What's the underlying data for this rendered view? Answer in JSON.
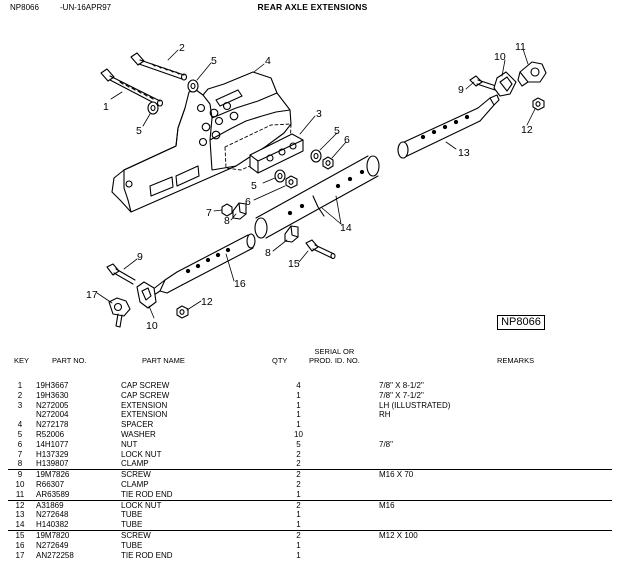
{
  "header": {
    "code": "NP8066",
    "date_code": "-UN-16APR97",
    "title": "REAR AXLE EXTENSIONS"
  },
  "diagram": {
    "callouts": [
      "1",
      "2",
      "3",
      "4",
      "5",
      "5",
      "5",
      "6",
      "6",
      "7",
      "8",
      "8",
      "9",
      "9",
      "10",
      "10",
      "11",
      "12",
      "12",
      "13",
      "14",
      "15",
      "16",
      "17"
    ],
    "plate_label": "NP8066"
  },
  "columns": {
    "key": "KEY",
    "part_no": "PART NO.",
    "part_name": "PART NAME",
    "qty": "QTY",
    "serial": "SERIAL OR\nPROD. ID. NO.",
    "remarks": "REMARKS"
  },
  "parts": [
    {
      "key": "1",
      "part_no": "19H3667",
      "name": "CAP SCREW",
      "qty": "4",
      "serial": "",
      "remarks": "7/8\" X 8-1/2\""
    },
    {
      "key": "2",
      "part_no": "19H3630",
      "name": "CAP SCREW",
      "qty": "1",
      "serial": "",
      "remarks": "7/8\" X 7-1/2\""
    },
    {
      "key": "3",
      "part_no": "N272005",
      "name": "EXTENSION",
      "qty": "1",
      "serial": "",
      "remarks": "LH (ILLUSTRATED)"
    },
    {
      "key": "",
      "part_no": "N272004",
      "name": "EXTENSION",
      "qty": "1",
      "serial": "",
      "remarks": "RH"
    },
    {
      "key": "4",
      "part_no": "N272178",
      "name": "SPACER",
      "qty": "1",
      "serial": "",
      "remarks": ""
    },
    {
      "key": "5",
      "part_no": "R52006",
      "name": "WASHER",
      "qty": "10",
      "serial": "",
      "remarks": ""
    },
    {
      "key": "6",
      "part_no": "14H1077",
      "name": "NUT",
      "qty": "5",
      "serial": "",
      "remarks": "7/8\""
    },
    {
      "key": "7",
      "part_no": "H137329",
      "name": "LOCK NUT",
      "qty": "2",
      "serial": "",
      "remarks": ""
    },
    {
      "key": "8",
      "part_no": "H139807",
      "name": "CLAMP",
      "qty": "2",
      "serial": "",
      "remarks": ""
    },
    {
      "key": "9",
      "part_no": "19M7826",
      "name": "SCREW",
      "qty": "2",
      "serial": "",
      "remarks": "M16 X 70"
    },
    {
      "key": "10",
      "part_no": "R66307",
      "name": "CLAMP",
      "qty": "2",
      "serial": "",
      "remarks": ""
    },
    {
      "key": "11",
      "part_no": "AR63589",
      "name": "TIE ROD END",
      "qty": "1",
      "serial": "",
      "remarks": ""
    },
    {
      "key": "12",
      "part_no": "A31869",
      "name": "LOCK NUT",
      "qty": "2",
      "serial": "",
      "remarks": "M16"
    },
    {
      "key": "13",
      "part_no": "N272648",
      "name": "TUBE",
      "qty": "1",
      "serial": "",
      "remarks": ""
    },
    {
      "key": "14",
      "part_no": "H140382",
      "name": "TUBE",
      "qty": "1",
      "serial": "",
      "remarks": ""
    },
    {
      "key": "15",
      "part_no": "19M7820",
      "name": "SCREW",
      "qty": "2",
      "serial": "",
      "remarks": "M12 X 100"
    },
    {
      "key": "16",
      "part_no": "N272649",
      "name": "TUBE",
      "qty": "1",
      "serial": "",
      "remarks": ""
    },
    {
      "key": "17",
      "part_no": "AN272258",
      "name": "TIE ROD END",
      "qty": "1",
      "serial": "",
      "remarks": ""
    }
  ]
}
